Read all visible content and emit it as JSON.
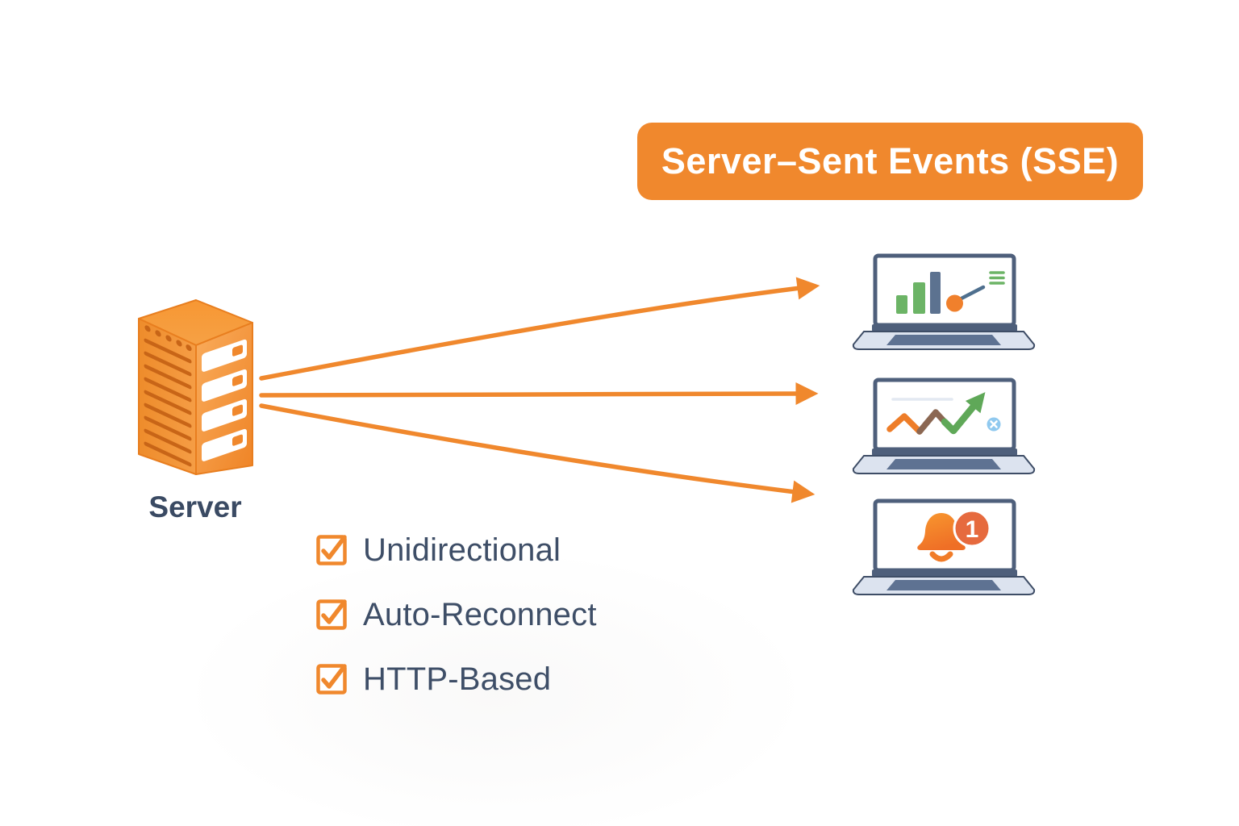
{
  "banner": {
    "label": "Server–Sent Events (SSE)",
    "bg": "#F0882D",
    "text_color": "#FFFFFF"
  },
  "server": {
    "label": "Server",
    "body_color": "#F0882D"
  },
  "features": {
    "checkbox_color": "#F0882D",
    "text_color": "#3E4E67",
    "items": [
      {
        "label": "Unidirectional",
        "checked": true
      },
      {
        "label": "Auto-Reconnect",
        "checked": true
      },
      {
        "label": "HTTP-Based",
        "checked": true
      }
    ]
  },
  "arrows": {
    "color": "#F0882D",
    "count": 3,
    "direction": "server-to-clients"
  },
  "clients": [
    {
      "id": "client-analytics",
      "screen_icon": "bar-chart-with-gauge-needle"
    },
    {
      "id": "client-trend",
      "screen_icon": "rising-zigzag-arrow-chart"
    },
    {
      "id": "client-notifications",
      "screen_icon": "notification-bell",
      "badge": "1"
    }
  ],
  "colors": {
    "accent_orange": "#F0882D",
    "badge_orange": "#E66A3E",
    "slate_text": "#3A4A63",
    "laptop_frame": "#4E5F7B",
    "laptop_base": "#DCE3EF",
    "keyboard": "#5E7292",
    "chart_green": "#6CB466",
    "chart_blue_gray": "#5C7290",
    "sky_blue": "#90C9EF"
  }
}
